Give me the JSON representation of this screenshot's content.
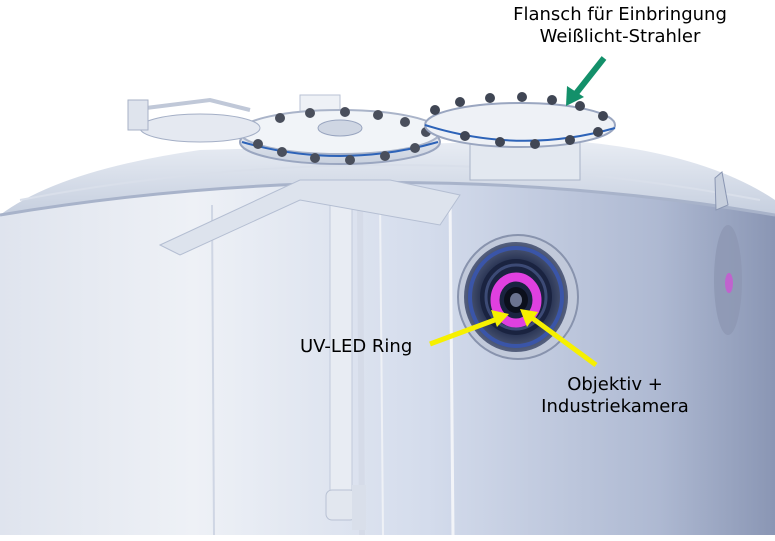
{
  "labels": {
    "flange_line1": "Flansch für Einbringung",
    "flange_line2": "Weißlicht-Strahler",
    "uv_ring": "UV-LED Ring",
    "objective_line1": "Objektiv +",
    "objective_line2": "Industriekamera"
  },
  "colors": {
    "tank_light": "#eef1f6",
    "tank_shadow": "#b9c3d8",
    "viewport_dark": "#1a2340",
    "viewport_blue": "#3a55a8",
    "uv_ring": "#e040e0",
    "arrow_yellow": "#f6f000",
    "arrow_green": "#13906a"
  }
}
